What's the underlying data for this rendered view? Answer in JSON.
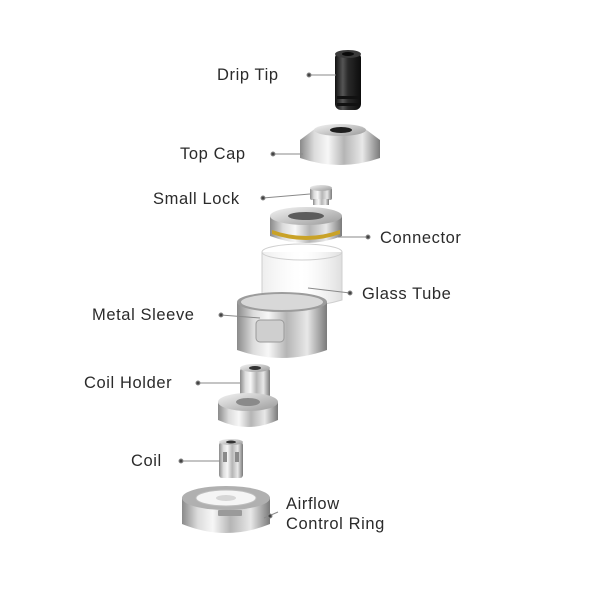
{
  "diagram": {
    "type": "exploded-view",
    "parts": [
      {
        "id": "drip-tip",
        "label": "Drip Tip"
      },
      {
        "id": "top-cap",
        "label": "Top Cap"
      },
      {
        "id": "small-lock",
        "label": "Small Lock"
      },
      {
        "id": "connector",
        "label": "Connector"
      },
      {
        "id": "glass-tube",
        "label": "Glass Tube"
      },
      {
        "id": "metal-sleeve",
        "label": "Metal Sleeve"
      },
      {
        "id": "coil-holder",
        "label": "Coil Holder"
      },
      {
        "id": "coil",
        "label": "Coil"
      },
      {
        "id": "airflow-ring",
        "label_line1": "Airflow",
        "label_line2": "Control Ring"
      }
    ]
  },
  "colors": {
    "label_text": "#2b2b2b",
    "leader_line": "#8a8a8a",
    "steel_light": "#f2f2f2",
    "steel_dark": "#7d7d7d",
    "drip_tip": "#2a2a2a",
    "gold_band": "#c9a227",
    "glass": "#d9d9d9"
  }
}
